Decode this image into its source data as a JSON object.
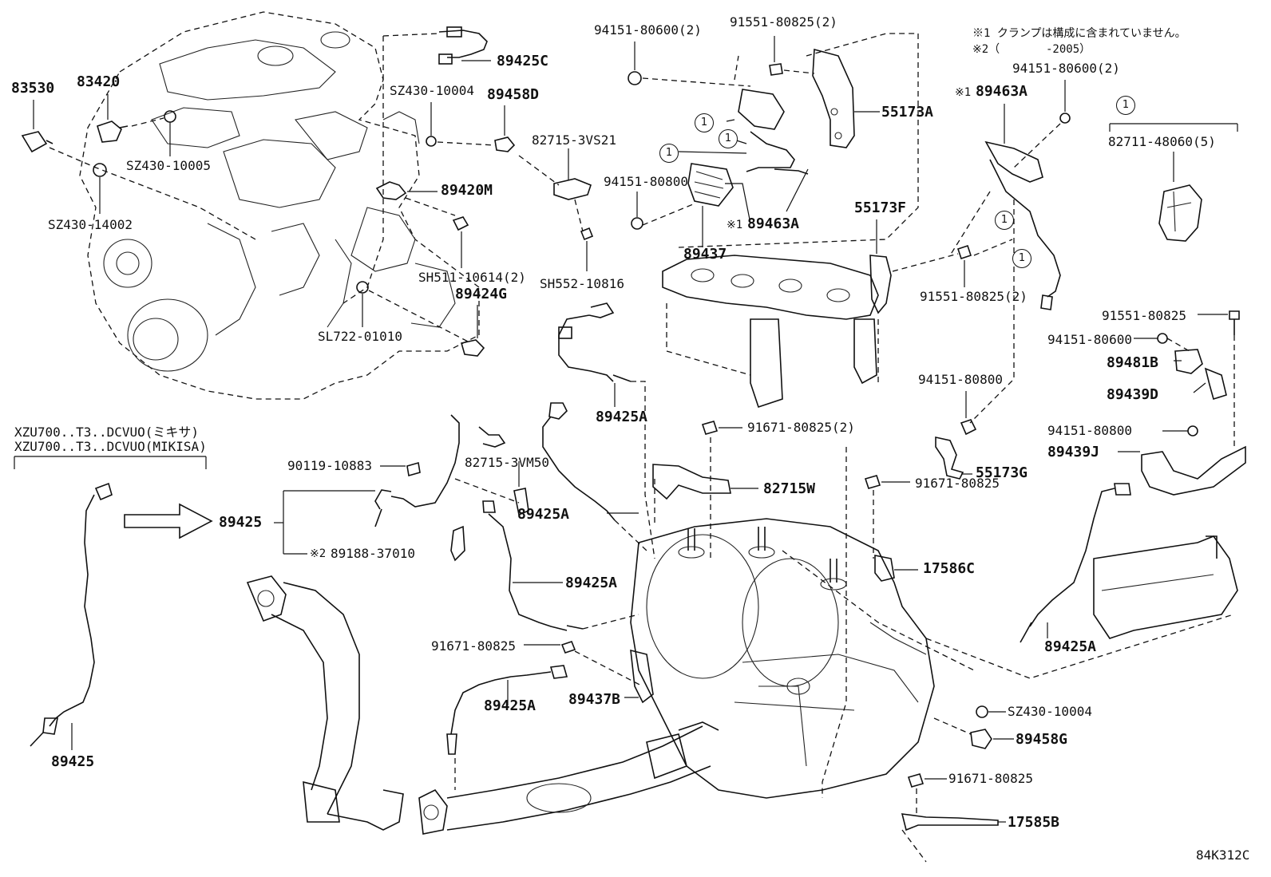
{
  "notes": {
    "note1": "※1 クランプは構成に含まれていません。",
    "note2_mark": "※2（",
    "note2_end": "-2005）"
  },
  "circle_marker": "1",
  "variant_label": {
    "line1": "XZU700..T3..DCVUO(ミキサ)",
    "line2": "XZU700..T3..DCVUO(MIKISA)"
  },
  "parts": {
    "p83530": "83530",
    "p83420": "83420",
    "sz430_10005": "SZ430-10005",
    "sz430_14002": "SZ430-14002",
    "p89425c": "89425C",
    "sz430_10004_top": "SZ430-10004",
    "p89458d": "89458D",
    "p82715_3vs21": "82715-3VS21",
    "p89420m": "89420M",
    "sh511": "SH511-10614(2)",
    "sh552": "SH552-10816",
    "p89424g": "89424G",
    "sl722": "SL722-01010",
    "p94151_80600_2_a": "94151-80600(2)",
    "p91551_80825_2_a": "91551-80825(2)",
    "p55173a": "55173A",
    "p94151_80800_a": "94151-80800",
    "p89437": "89437",
    "p89463a_lower": "89463A",
    "p89463a_upper": "89463A",
    "p94151_80600_2_b": "94151-80600(2)",
    "p82711": "82711-48060(5)",
    "p55173f": "55173F",
    "p91551_80825_2_b": "91551-80825(2)",
    "p91551_80825_c": "91551-80825",
    "p94151_80600_c": "94151-80600",
    "p89481b": "89481B",
    "p89439d": "89439D",
    "p94151_80800_b": "94151-80800",
    "p94151_80800_c": "94151-80800",
    "p89439j": "89439J",
    "p55173g": "55173G",
    "p91671_80825_2": "91671-80825(2)",
    "p82715w": "82715W",
    "p91671_80825_a": "91671-80825",
    "p17586c": "17586C",
    "p89425a_1": "89425A",
    "p90119": "90119-10883",
    "p82715_3vm50": "82715-3VM50",
    "p89425": "89425",
    "p89425a_2": "89425A",
    "p89188_mark": "※2",
    "p89188": "89188-37010",
    "p89425a_3": "89425A",
    "p91671_80825_b": "91671-80825",
    "p89437b": "89437B",
    "p89425a_4": "89425A",
    "p89425a_5": "89425A",
    "sz430_10004_bot": "SZ430-10004",
    "p89458g": "89458G",
    "p91671_80825_c": "91671-80825",
    "p17585b": "17585B",
    "p89425_left": "89425"
  },
  "marks": {
    "star1": "※1"
  },
  "diagram_code": "84K312C"
}
